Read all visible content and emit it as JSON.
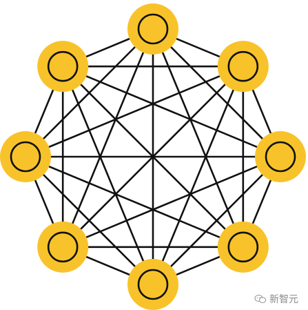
{
  "diagram": {
    "node_count": 8,
    "topology": "complete-graph",
    "colors": {
      "node_fill": "#F8C32A",
      "inner_fill": "#F8C32A",
      "stroke": "#111111",
      "background": "#FFFFFF"
    }
  },
  "watermark": {
    "text": "新智元",
    "icon": "wechat-logo-icon"
  }
}
